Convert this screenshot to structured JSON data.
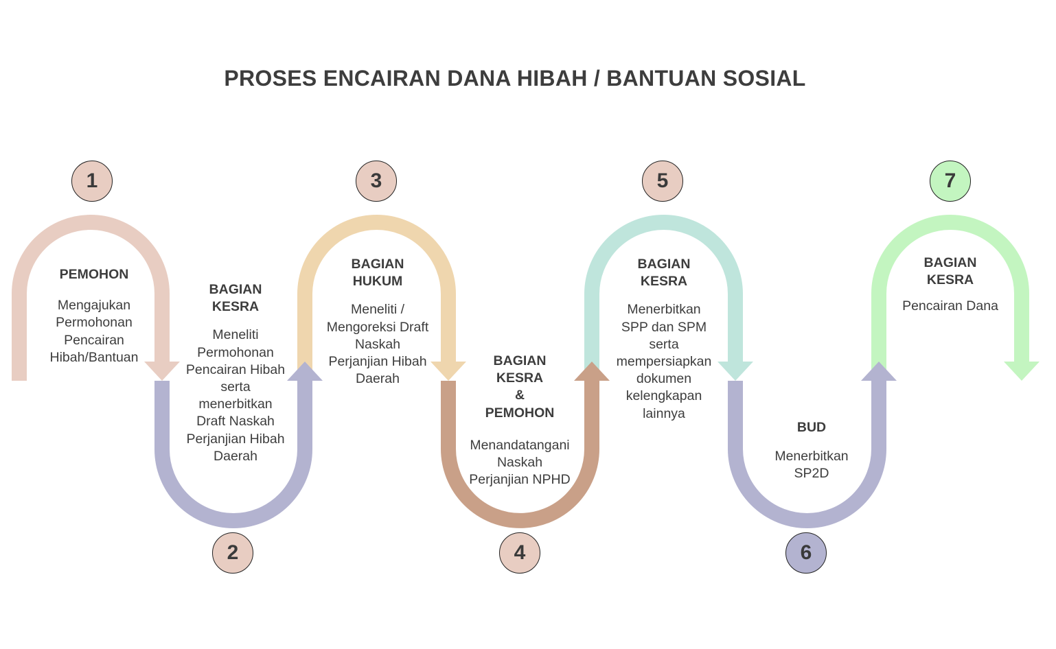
{
  "title": "PROSES ENCAIRAN DANA HIBAH / BANTUAN SOSIAL",
  "steps": [
    {
      "number": "1",
      "actor": "PEMOHON",
      "description": "Mengajukan\nPermohonan\nPencairan\nHibah/Bantuan",
      "color": "#e8cdc2",
      "badge_color": "#e8cdc2",
      "direction": "down"
    },
    {
      "number": "2",
      "actor": "BAGIAN\nKESRA",
      "description": "Meneliti\nPermohonan\nPencairan Hibah\nserta\nmenerbitkan\nDraft Naskah\nPerjanjian Hibah\nDaerah",
      "color": "#b3b3d0",
      "badge_color": "#e8cdc2",
      "direction": "up"
    },
    {
      "number": "3",
      "actor": "BAGIAN\nHUKUM",
      "description": "Meneliti /\nMengoreksi Draft\nNaskah\nPerjanjian Hibah\nDaerah",
      "color": "#efd6ae",
      "badge_color": "#e8cdc2",
      "direction": "down"
    },
    {
      "number": "4",
      "actor": "BAGIAN\nKESRA\n&\nPEMOHON",
      "description": "Menandatangani\nNaskah\nPerjanjian NPHD",
      "color": "#c9a088",
      "badge_color": "#e8cdc2",
      "direction": "up"
    },
    {
      "number": "5",
      "actor": "BAGIAN\nKESRA",
      "description": "Menerbitkan\nSPP dan SPM\nserta\nmempersiapkan\ndokumen\nkelengkapan\nlainnya",
      "color": "#bfe5dc",
      "badge_color": "#e8cdc2",
      "direction": "down"
    },
    {
      "number": "6",
      "actor": "BUD",
      "description": "Menerbitkan\nSP2D",
      "color": "#b3b3d0",
      "badge_color": "#b3b3d0",
      "direction": "up"
    },
    {
      "number": "7",
      "actor": "BAGIAN\nKESRA",
      "description": "Pencairan Dana",
      "color": "#c3f5c0",
      "badge_color": "#c3f5c0",
      "direction": "down"
    }
  ]
}
